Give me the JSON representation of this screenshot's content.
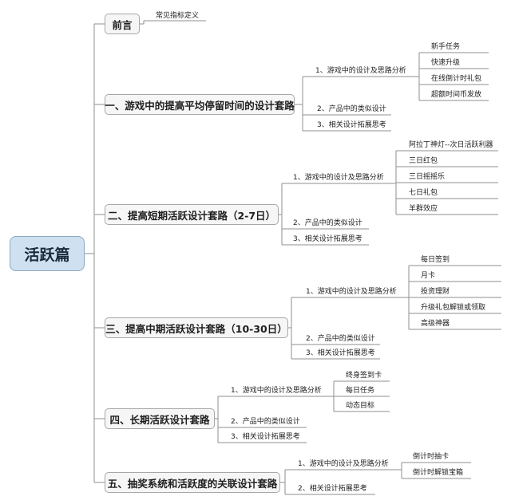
{
  "root": {
    "label": "活跃篇"
  },
  "branches": [
    {
      "label": "前言",
      "children": [
        {
          "label": "常见指标定义"
        }
      ]
    },
    {
      "label": "一、游戏中的提高平均停留时间的设计套路",
      "children": [
        {
          "label": "1、游戏中的设计及思路分析",
          "children": [
            "新手任务",
            "快速升级",
            "在线倒计时礼包",
            "超额时间币发放"
          ]
        },
        {
          "label": "2、产品中的类似设计"
        },
        {
          "label": "3、相关设计拓展思考"
        }
      ]
    },
    {
      "label": "二、提高短期活跃设计套路（2-7日）",
      "children": [
        {
          "label": "1、游戏中的设计及思路分析",
          "children": [
            "阿拉丁神灯--次日活跃利器",
            "三日红包",
            "三日摇摇乐",
            "七日礼包",
            "羊群效应"
          ]
        },
        {
          "label": "2、产品中的类似设计"
        },
        {
          "label": "3、相关设计拓展思考"
        }
      ]
    },
    {
      "label": "三、提高中期活跃设计套路（10-30日）",
      "children": [
        {
          "label": "1、游戏中的设计及思路分析",
          "children": [
            "每日签到",
            "月卡",
            "投资理财",
            "升级礼包解锁或领取",
            "高级神器"
          ]
        },
        {
          "label": "2、产品中的类似设计"
        },
        {
          "label": "3、相关设计拓展思考"
        }
      ]
    },
    {
      "label": "四、长期活跃设计套路",
      "children": [
        {
          "label": "1、游戏中的设计及思路分析",
          "children": [
            "终身签到卡",
            "每日任务",
            "动态目标"
          ]
        },
        {
          "label": "2、产品中的类似设计"
        },
        {
          "label": "3、相关设计拓展思考"
        }
      ]
    },
    {
      "label": "五、抽奖系统和活跃度的关联设计套路",
      "children": [
        {
          "label": "1、游戏中的设计及思路分析",
          "children": [
            "倒计时抽卡",
            "倒计时解锁宝箱"
          ]
        },
        {
          "label": "2、相关设计拓展思考"
        }
      ]
    }
  ]
}
